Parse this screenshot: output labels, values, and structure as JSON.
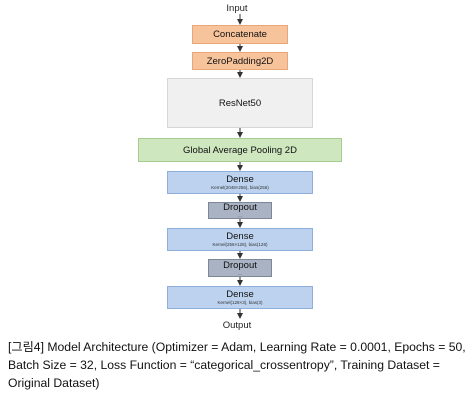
{
  "diagram": {
    "input_label": "Input",
    "output_label": "Output",
    "layers": [
      {
        "label": "Concatenate",
        "sub": ""
      },
      {
        "label": "ZeroPadding2D",
        "sub": ""
      },
      {
        "label": "ResNet50",
        "sub": ""
      },
      {
        "label": "Global Average Pooling 2D",
        "sub": ""
      },
      {
        "label": "Dense",
        "sub": "Kernel(2048×256), bias(256)"
      },
      {
        "label": "Dropout",
        "sub": "..."
      },
      {
        "label": "Dense",
        "sub": "Kernel(256×128), bias(128)"
      },
      {
        "label": "Dropout",
        "sub": "..."
      },
      {
        "label": "Dense",
        "sub": "Kernel(128×3), bias(3)"
      }
    ]
  },
  "caption": {
    "text": "[그림4] Model Architecture (Optimizer = Adam, Learning Rate = 0.0001, Epochs = 50, Batch Size = 32, Loss Function = “categorical_crossentropy”, Training Dataset = Original Dataset)"
  },
  "colors": {
    "preprocess": "#f7c39b",
    "backbone": "#f0f0f0",
    "pooling": "#cfe7bf",
    "dense": "#bcd2ee",
    "dropout": "#a9b3c3",
    "arrow": "#333333"
  }
}
